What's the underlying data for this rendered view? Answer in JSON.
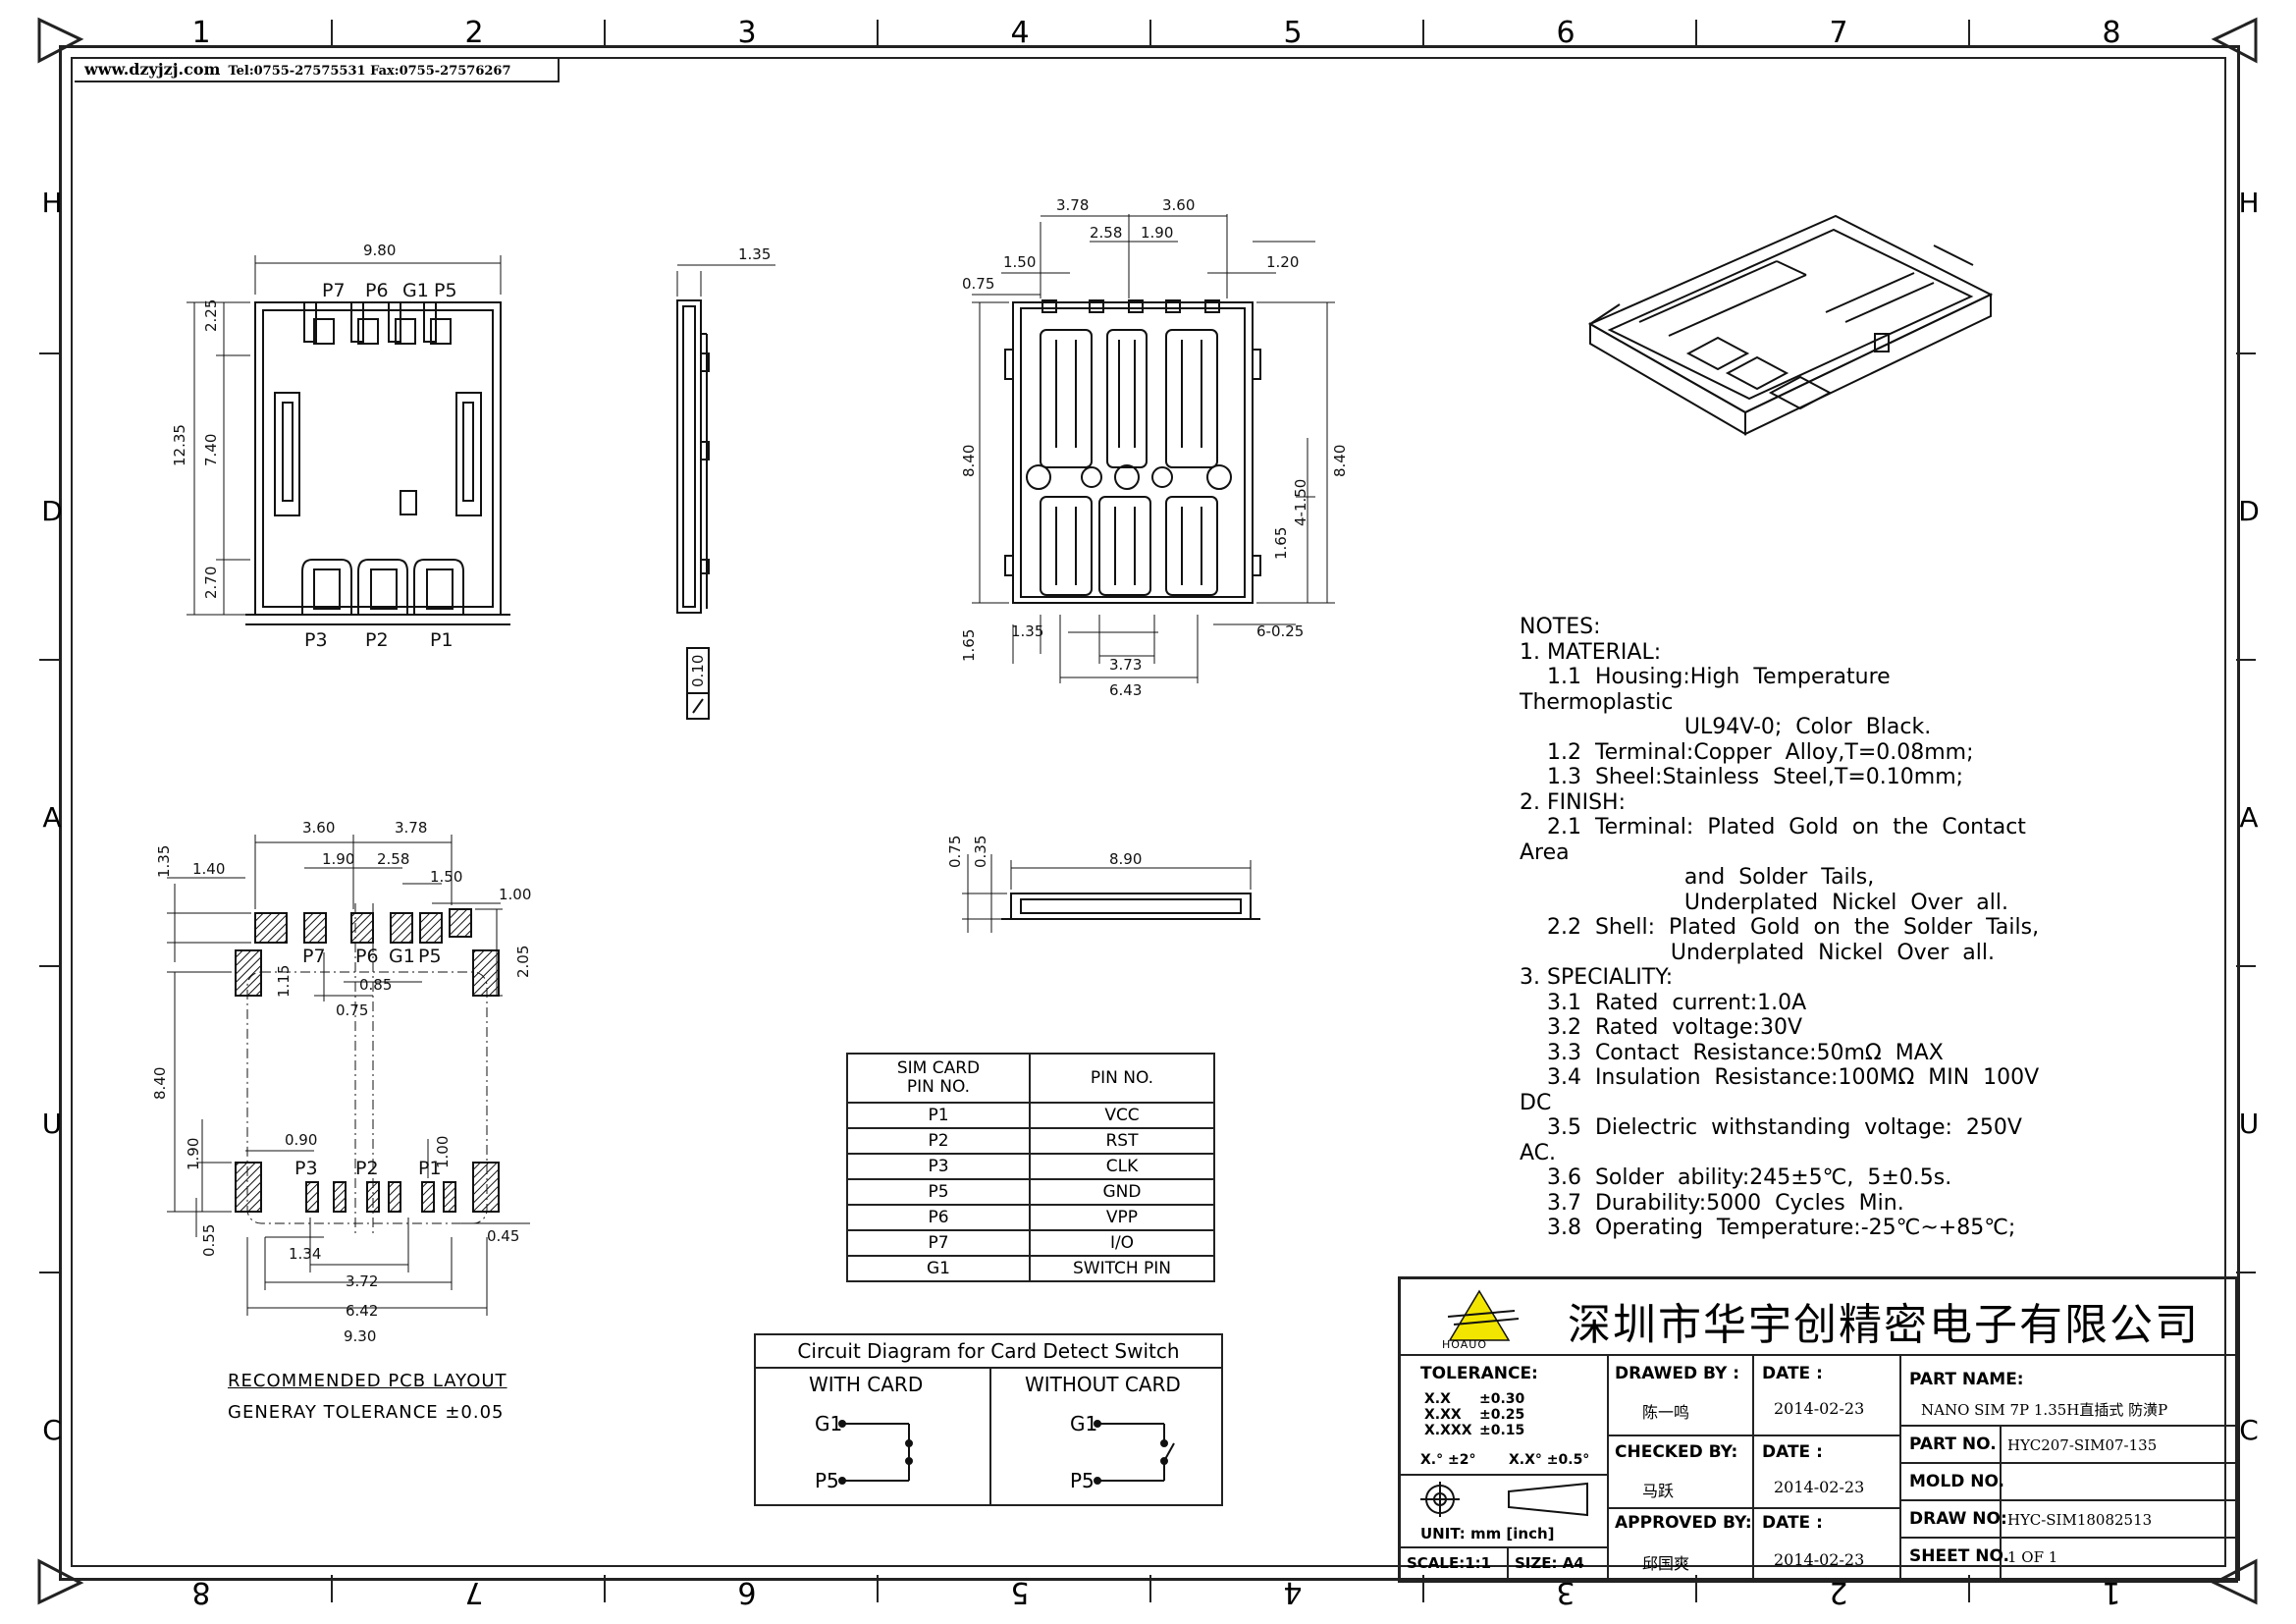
{
  "header": {
    "website": "www.dzyjzj.com",
    "contact": "Tel:0755-27575531 Fax:0755-27576267"
  },
  "border": {
    "columns_top": [
      "1",
      "2",
      "3",
      "4",
      "5",
      "6",
      "7",
      "8"
    ],
    "columns_bottom": [
      "8",
      "7",
      "6",
      "5",
      "4",
      "3",
      "2",
      "1"
    ],
    "rows_left": [
      "H",
      "D",
      "A",
      "U",
      "C"
    ],
    "rows_right": [
      "H",
      "D",
      "A",
      "U",
      "C"
    ]
  },
  "top_view": {
    "dims": {
      "width": "9.80",
      "height_total": "12.35",
      "h_top": "2.25",
      "h_mid": "7.40",
      "h_bot": "2.70"
    },
    "pins_top": [
      "P7",
      "P6",
      "G1",
      "P5"
    ],
    "pins_bottom": [
      "P3",
      "P2",
      "P1"
    ]
  },
  "side_view": {
    "thickness": "1.35",
    "flatness": "0.10"
  },
  "bottom_view": {
    "dims": {
      "top_a": "3.78",
      "top_b": "3.60",
      "top_c": "2.58",
      "top_d": "1.90",
      "top_e": "1.50",
      "top_f": "0.75",
      "top_g": "1.20",
      "left_h": "8.40",
      "right_h": "8.40",
      "right_a": "4-1.50",
      "right_b": "1.65",
      "bottom_a": "1.35",
      "bottom_b": "3.73",
      "bottom_c": "6.43",
      "bottom_d": "6-0.25",
      "left_b": "1.65"
    }
  },
  "front_view": {
    "width": "8.90",
    "h1": "0.75",
    "h2": "0.35"
  },
  "pcb_layout": {
    "dims": {
      "a": "3.60",
      "b": "3.78",
      "c": "1.40",
      "d": "1.90",
      "e": "2.58",
      "f": "1.35",
      "g": "1.50",
      "h": "1.00",
      "i": "2.05",
      "j": "1.15",
      "k": "0.85",
      "l": "0.75",
      "m": "8.40",
      "n": "1.90",
      "o": "0.90",
      "p": "1.00",
      "q": "0.55",
      "r": "0.45",
      "s": "1.34",
      "t": "3.72",
      "u": "6.42",
      "v": "9.30"
    },
    "pins_top": [
      "P7",
      "P6",
      "G1",
      "P5"
    ],
    "pins_bottom": [
      "P3",
      "P2",
      "P1"
    ],
    "title": "RECOMMENDED PCB LAYOUT",
    "tolerance": "GENERAY TOLERANCE ±0.05"
  },
  "pin_table": {
    "header_left": "SIM CARD\nPIN NO.",
    "header_left_1": "SIM CARD",
    "header_left_2": "PIN NO.",
    "header_right": "PIN NO.",
    "rows": [
      [
        "P1",
        "VCC"
      ],
      [
        "P2",
        "RST"
      ],
      [
        "P3",
        "CLK"
      ],
      [
        "P5",
        "GND"
      ],
      [
        "P6",
        "VPP"
      ],
      [
        "P7",
        "I/O"
      ],
      [
        "G1",
        "SWITCH PIN"
      ]
    ]
  },
  "circuit": {
    "title": "Circuit Diagram for Card Detect Switch",
    "with_card": "WITH CARD",
    "without_card": "WITHOUT CARD",
    "g1": "G1",
    "p5": "P5"
  },
  "notes": {
    "text": "NOTES:\n1. MATERIAL:\n    1.1  Housing:High  Temperature\nThermoplastic\n                        UL94V-0;  Color  Black.\n    1.2  Terminal:Copper  Alloy,T=0.08mm;\n    1.3  Sheel:Stainless  Steel,T=0.10mm;\n2. FINISH:\n    2.1  Terminal:  Plated  Gold  on  the  Contact\nArea\n                        and  Solder  Tails,\n                        Underplated  Nickel  Over  all.\n    2.2  Shell:  Plated  Gold  on  the  Solder  Tails,\n                      Underplated  Nickel  Over  all.\n3. SPECIALITY:\n    3.1  Rated  current:1.0A\n    3.2  Rated  voltage:30V\n    3.3  Contact  Resistance:50mΩ  MAX\n    3.4  Insulation  Resistance:100MΩ  MIN  100V\nDC\n    3.5  Dielectric  withstanding  voltage:  250V\nAC.\n    3.6  Solder  ability:245±5℃,  5±0.5s.\n    3.7  Durability:5000  Cycles  Min.\n    3.8  Operating  Temperature:-25℃~+85℃;"
  },
  "title_block": {
    "company": "深圳市华宇创精密电子有限公司",
    "logo_text": "HOAUO",
    "tolerance_label": "TOLERANCE:",
    "tol_x": "X.X",
    "tol_x_val": "±0.30",
    "tol_xx": "X.XX",
    "tol_xx_val": "±0.25",
    "tol_xxx": "X.XXX",
    "tol_xxx_val": "±0.15",
    "tol_ang1": "X.° ±2°",
    "tol_ang2": "X.X° ±0.5°",
    "unit": "UNIT:  mm  [inch]",
    "scale": "SCALE:1:1",
    "size": "SIZE: A4",
    "drawn_by_label": "DRAWED BY :",
    "drawn_by": "陈一鸣",
    "checked_by_label": "CHECKED BY:",
    "checked_by": "马跃",
    "approved_by_label": "APPROVED BY:",
    "approved_by": "邱国爽",
    "date_label": "DATE :",
    "date1": "2014-02-23",
    "date2": "2014-02-23",
    "date3": "2014-02-23",
    "part_name_label": "PART NAME:",
    "part_name": "NANO SIM 7P 1.35H直插式 防潢P",
    "part_no_label": "PART NO.",
    "part_no": "HYC207-SIM07-135",
    "mold_no_label": "MOLD NO.",
    "mold_no": "",
    "draw_no_label": "DRAW NO:",
    "draw_no": "HYC-SIM18082513",
    "sheet_no_label": "SHEET NO.",
    "sheet_no": "1 OF 1"
  }
}
